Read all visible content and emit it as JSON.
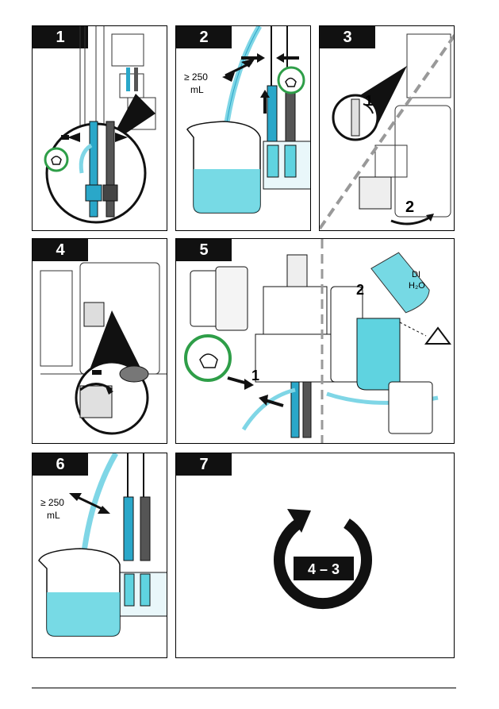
{
  "steps": [
    {
      "number": "1"
    },
    {
      "number": "2",
      "volume": "≥ 250",
      "unit": "mL"
    },
    {
      "number": "3",
      "callout_a": "1",
      "callout_b": "2"
    },
    {
      "number": "4"
    },
    {
      "number": "5",
      "callout_a": "1",
      "callout_b": "2",
      "water_a": "DI",
      "water_b": "H₂O"
    },
    {
      "number": "6",
      "volume": "≥ 250",
      "unit": "mL"
    },
    {
      "number": "7",
      "repeat_steps": "4 – 3"
    }
  ],
  "colors": {
    "liquid": "#5fd3e0",
    "tube": "#7fd6e6",
    "probe_cyan": "#2aa7c9",
    "check": "#2e9e48",
    "dark": "#111111"
  }
}
